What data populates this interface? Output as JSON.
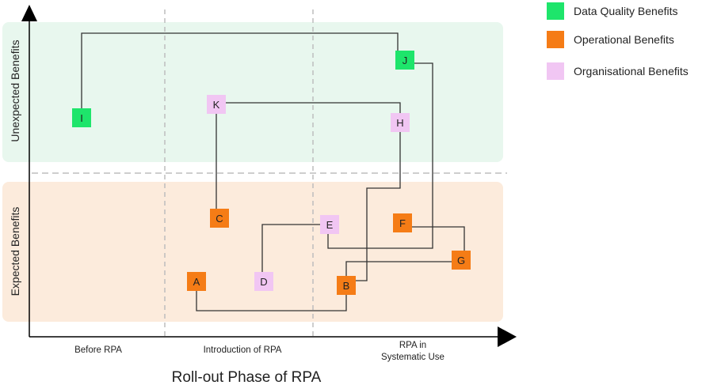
{
  "axes": {
    "y_label_top": "Unexpected Benefits",
    "y_label_bottom": "Expected Benefits",
    "x_title": "Roll-out Phase of RPA",
    "phases": [
      "Before RPA",
      "Introduction of RPA",
      [
        "RPA in",
        "Systematic Use"
      ]
    ]
  },
  "legend": [
    {
      "label": "Data Quality Benefits",
      "color": "#1ee56b"
    },
    {
      "label": "Operational Benefits",
      "color": "#f57c16"
    },
    {
      "label": "Organisational Benefits",
      "color": "#f1c6f3"
    }
  ],
  "band_colors": {
    "unexpected": "#e8f7ee",
    "expected": "#fcebdc"
  },
  "nodes": [
    {
      "id": "A",
      "category": "Operational Benefits"
    },
    {
      "id": "B",
      "category": "Operational Benefits"
    },
    {
      "id": "C",
      "category": "Operational Benefits"
    },
    {
      "id": "D",
      "category": "Organisational Benefits"
    },
    {
      "id": "E",
      "category": "Organisational Benefits"
    },
    {
      "id": "F",
      "category": "Operational Benefits"
    },
    {
      "id": "G",
      "category": "Operational Benefits"
    },
    {
      "id": "H",
      "category": "Organisational Benefits"
    },
    {
      "id": "I",
      "category": "Data Quality Benefits"
    },
    {
      "id": "J",
      "category": "Data Quality Benefits"
    },
    {
      "id": "K",
      "category": "Organisational Benefits"
    }
  ],
  "connections": [
    [
      "I",
      "J"
    ],
    [
      "J",
      "E"
    ],
    [
      "K",
      "H"
    ],
    [
      "K",
      "C"
    ],
    [
      "H",
      "B"
    ],
    [
      "A",
      "B"
    ],
    [
      "B",
      "G"
    ],
    [
      "G",
      "F"
    ],
    [
      "E",
      "D"
    ]
  ]
}
